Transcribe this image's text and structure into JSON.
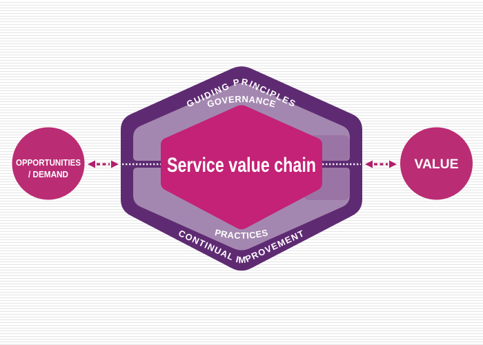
{
  "diagram": {
    "title": "Service value chain",
    "curved_labels": {
      "guiding_principles": "GUIDING PRINCIPLES",
      "governance": "GOVERNANCE",
      "practices": "PRACTICES",
      "continual_improvement": "CONTINUAL IMPROVEMENT"
    },
    "left_circle": {
      "line1": "OPPORTUNITIES",
      "line2": "/ DEMAND"
    },
    "right_circle": {
      "label": "VALUE"
    },
    "colors": {
      "outer_hexagon": "#5e2b72",
      "middle_band": "#a487b0",
      "inner_panel": "#9b74a6",
      "inner_hexagon": "#c32276",
      "circle_fill": "#ba2c74",
      "arrow": "#b01f6b",
      "dotted_line": "#f2eef2",
      "label_text": "#ffffff",
      "stripe_line": "#e4e4e4",
      "background": "#ffffff"
    }
  }
}
